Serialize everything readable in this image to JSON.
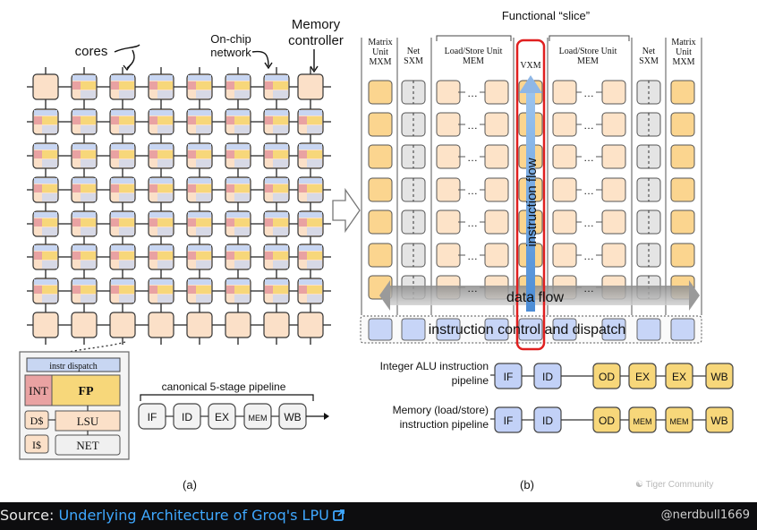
{
  "panel_a": {
    "cores_label": "cores",
    "network_label_1": "On-chip",
    "network_label_2": "network",
    "memory_label_1": "Memory",
    "memory_label_2": "controller",
    "core_detail": {
      "dispatch": "instr dispatch",
      "int": "INT",
      "fp": "FP",
      "dcache": "D$",
      "lsu": "LSU",
      "icache": "I$",
      "net": "NET"
    },
    "pipeline_title": "canonical 5-stage pipeline",
    "pipeline_stages": [
      "IF",
      "ID",
      "EX",
      "MEM",
      "WB"
    ],
    "caption": "(a)"
  },
  "panel_b": {
    "slice_title": "Functional “slice”",
    "headers": {
      "mxm_l": [
        "Matrix",
        "Unit",
        "MXM"
      ],
      "sxm_l": [
        "Net",
        "SXM"
      ],
      "mem_l": [
        "Load/Store Unit",
        "MEM"
      ],
      "vxm": [
        "VXM"
      ],
      "mem_r": [
        "Load/Store Unit",
        "MEM"
      ],
      "sxm_r": [
        "Net",
        "SXM"
      ],
      "mxm_r": [
        "Matrix",
        "Unit",
        "MXM"
      ]
    },
    "ellipsis": "…",
    "instruction_flow": "instruction flow",
    "data_flow": "data flow",
    "control_dispatch": "instruction control and dispatch",
    "alu_label_1": "Integer ALU instruction",
    "alu_label_2": "pipeline",
    "alu_stages_front": [
      "IF",
      "ID"
    ],
    "alu_stages_back": [
      "OD",
      "EX",
      "EX",
      "WB"
    ],
    "mem_label_1": "Memory (load/store)",
    "mem_label_2": "instruction pipeline",
    "mem_stages_front": [
      "IF",
      "ID"
    ],
    "mem_stages_back": [
      "OD",
      "MEM",
      "MEM",
      "WB"
    ],
    "caption": "(b)"
  },
  "watermark": "Tiger Community",
  "footer": {
    "source_prefix": "Source: ",
    "source_link": "Underlying Architecture of Groq's LPU",
    "handle": "@nerdbull1669"
  },
  "colors": {
    "core_peach": "#fbe0c8",
    "core_blue": "#c8d6f2",
    "core_red": "#e9a2a2",
    "core_yellow": "#f7d77a",
    "mxm_gold": "#fbd58f",
    "sxm_gray": "#e4e4e4",
    "mem_peach": "#fde3c8",
    "stage_blue": "#c2d1f7",
    "vxm_red": "#e02020",
    "link_blue": "#3fa8ff"
  }
}
